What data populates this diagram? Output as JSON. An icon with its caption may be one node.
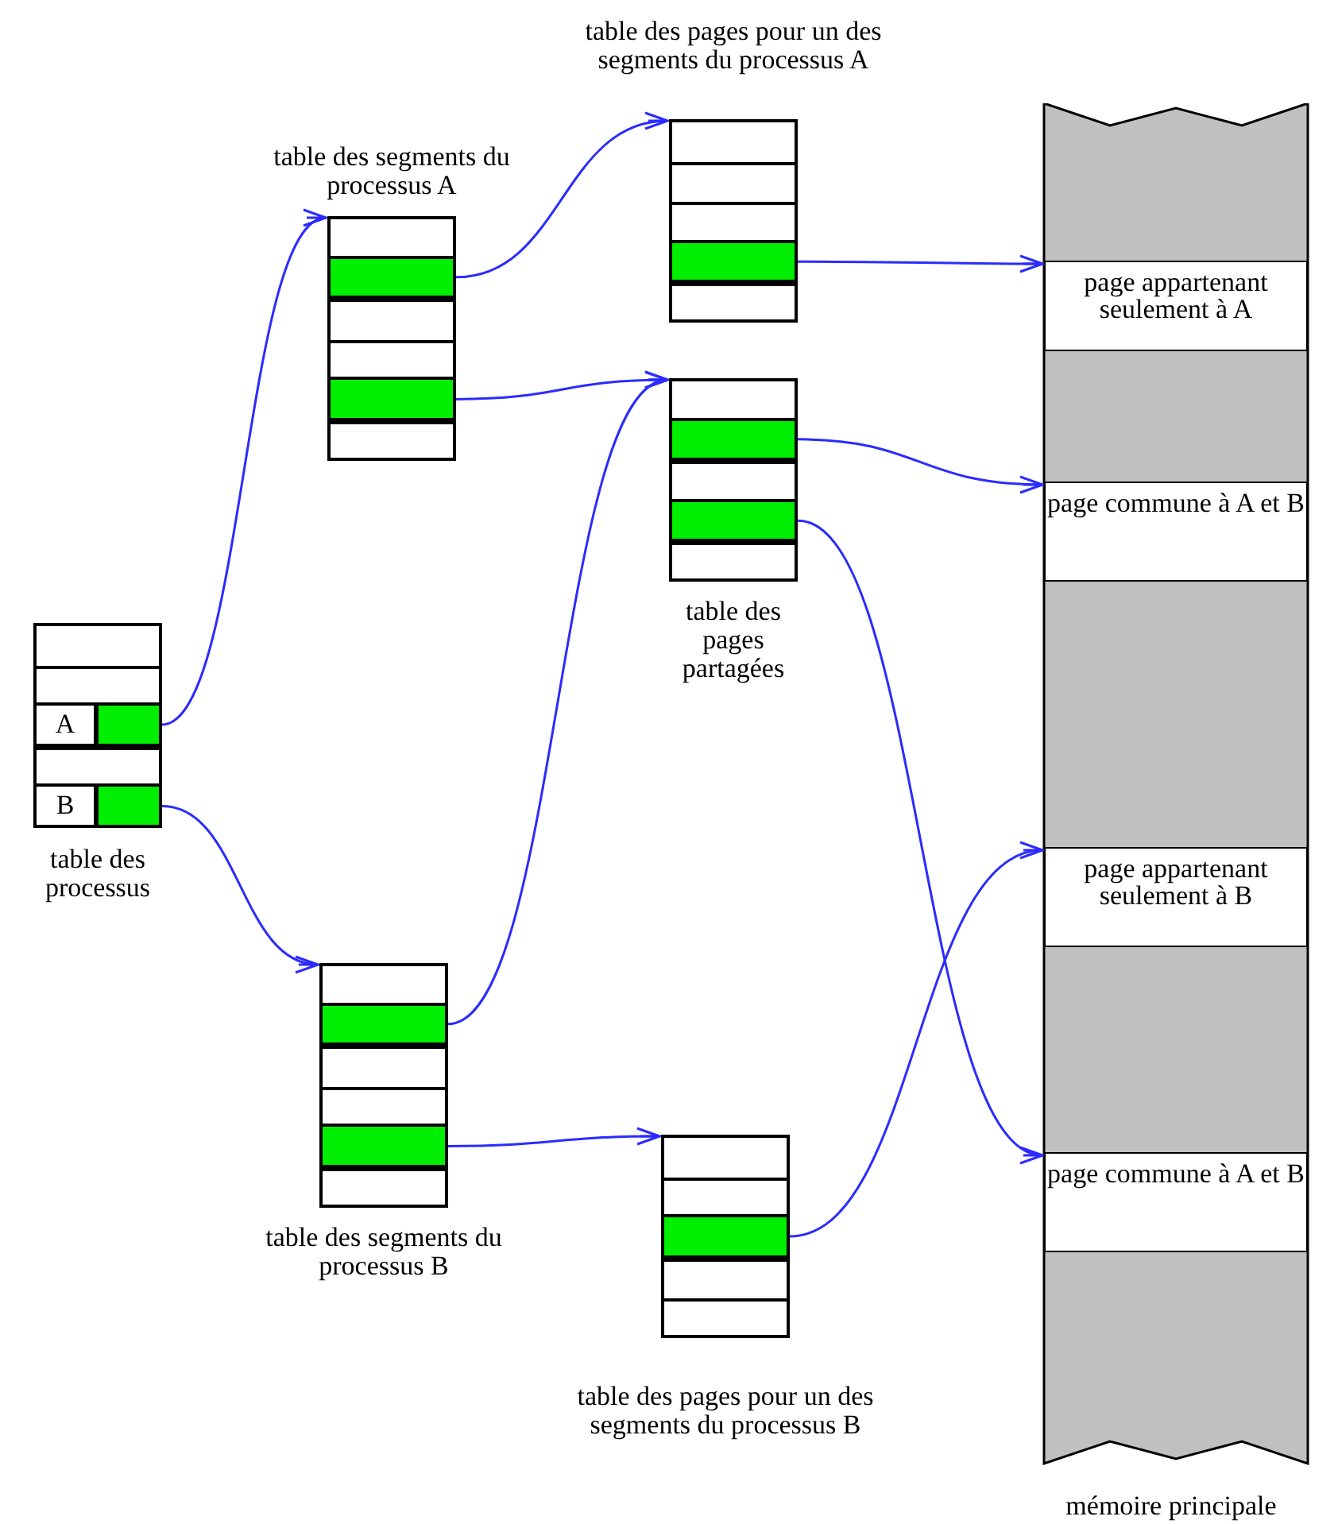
{
  "diagram": {
    "nodes": [
      {
        "text": [
          "table des processus"
        ]
      },
      {
        "text": [
          "A"
        ],
        "in": 0
      },
      {
        "text": [],
        "shape": "box",
        "in": 0
      },
      {
        "text": [
          "B"
        ],
        "in": 0
      },
      {
        "text": [],
        "shape": "box",
        "in": 0
      },
      {
        "text": [
          "table des segments du processus A"
        ]
      },
      {
        "text": [],
        "shape": "box",
        "in": 5
      },
      {
        "text": [],
        "shape": "box",
        "in": 5
      },
      {
        "text": [
          "table des pages pour un des segments du processus A"
        ]
      },
      {
        "text": [],
        "shape": "box",
        "in": 8
      },
      {
        "text": [
          "table des pages partagées"
        ]
      },
      {
        "text": [],
        "shape": "box",
        "in": 10
      },
      {
        "text": [],
        "shape": "box",
        "in": 10
      },
      {
        "text": [
          "table des segments du processus B"
        ]
      },
      {
        "text": [],
        "shape": "box",
        "in": 13
      },
      {
        "text": [],
        "shape": "box",
        "in": 13
      },
      {
        "text": [
          "table des pages pour un des segments du processus B"
        ]
      },
      {
        "text": [],
        "shape": "box",
        "in": 16
      },
      {
        "text": [
          "mémoire principale"
        ]
      },
      {
        "text": [
          "page appartenant seulement à A"
        ],
        "in": 18
      },
      {
        "text": [
          "page commune à A et B"
        ],
        "in": 18
      },
      {
        "text": [
          "page appartenant seulement à B"
        ],
        "in": 18
      },
      {
        "text": [
          "page commune à A et B"
        ],
        "in": 18
      }
    ],
    "edges": [
      {
        "from": 2,
        "to": 5,
        "arrow": "to"
      },
      {
        "from": 4,
        "to": 13,
        "arrow": "to"
      },
      {
        "from": 6,
        "to": 8,
        "arrow": "to"
      },
      {
        "from": 7,
        "to": 10,
        "arrow": "to"
      },
      {
        "from": 14,
        "to": 10,
        "arrow": "to"
      },
      {
        "from": 15,
        "to": 16,
        "arrow": "to"
      },
      {
        "from": 9,
        "to": 19,
        "arrow": "to"
      },
      {
        "from": 11,
        "to": 20,
        "arrow": "to"
      },
      {
        "from": 12,
        "to": 22,
        "arrow": "to"
      },
      {
        "from": 17,
        "to": 21,
        "arrow": "to"
      }
    ]
  }
}
